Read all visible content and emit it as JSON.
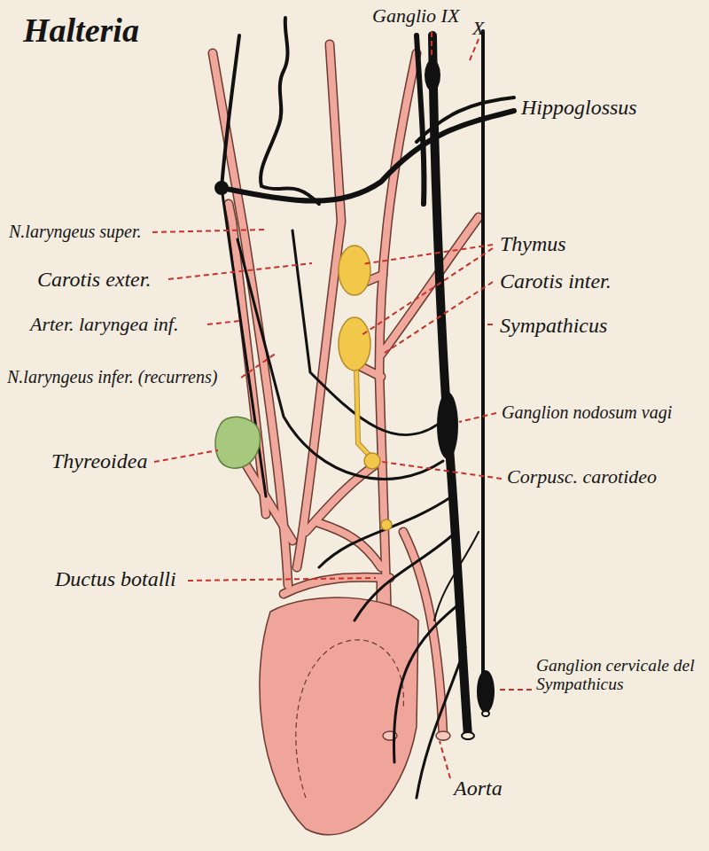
{
  "diagram": {
    "title": "Halteria",
    "labels": [
      "Ganglio IX",
      "X",
      "Hippoglossus",
      "N.laryngeus super.",
      "Thymus",
      "Carotis exter.",
      "Carotis inter.",
      "Arter. laryngea inf.",
      "Sympathicus",
      "N.laryngeus infer. (recurrens)",
      "Ganglion nodosum vagi",
      "Thyreoidea",
      "Corpusc. carotideo",
      "Ductus botalli",
      "Ganglion cervicale del Sympathicus",
      "Aorta"
    ]
  }
}
